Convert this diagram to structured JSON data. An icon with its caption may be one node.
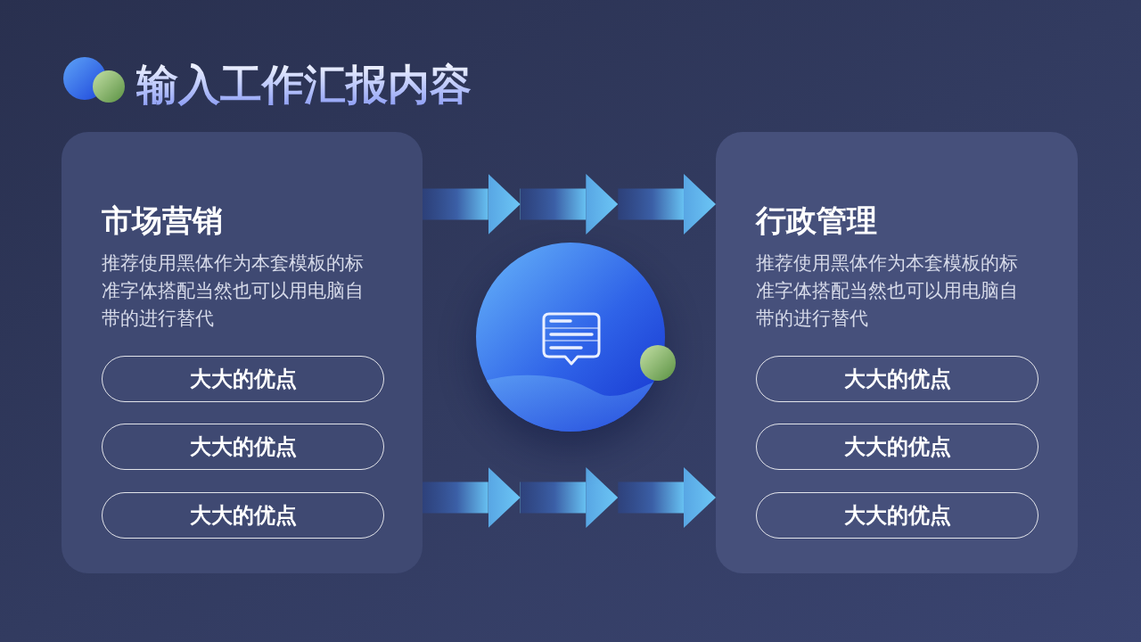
{
  "diagram": {
    "title": "输入工作汇报内容",
    "nodes": [
      {
        "text": [
          "市场营销",
          "推荐使用黑体作为本套模板的标准字体搭配当然也可以用电脑自带的进行替代"
        ]
      },
      {
        "text": [
          "大大的优点"
        ],
        "in": 0
      },
      {
        "text": [
          "大大的优点"
        ],
        "in": 0
      },
      {
        "text": [
          "大大的优点"
        ],
        "in": 0
      },
      {
        "text": [],
        "shape": "circle"
      },
      {
        "text": [
          "行政管理",
          "推荐使用黑体作为本套模板的标准字体搭配当然也可以用电脑自带的进行替代"
        ]
      },
      {
        "text": [
          "大大的优点"
        ],
        "in": 5
      },
      {
        "text": [
          "大大的优点"
        ],
        "in": 5
      },
      {
        "text": [
          "大大的优点"
        ],
        "in": 5
      }
    ],
    "edges": [
      {
        "from": 0,
        "to": 5,
        "arrow": "to"
      },
      {
        "from": 0,
        "to": 5,
        "arrow": "to"
      }
    ]
  }
}
